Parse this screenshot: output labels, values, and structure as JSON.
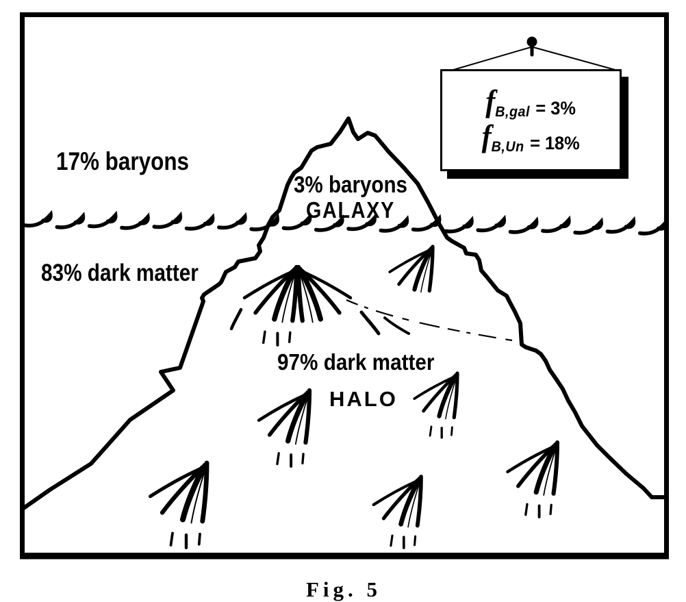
{
  "figure": {
    "type": "iceberg-diagram",
    "labels": {
      "above_water": "17% baryons",
      "below_water": "83% dark matter",
      "tip_line1": "3% baryons",
      "tip_line2": "GALAXY",
      "body_line1": "97% dark matter",
      "body_line2": "HALO"
    },
    "sign": {
      "line1": {
        "symbol": "f",
        "subscript": "B,gal",
        "value": "= 3%"
      },
      "line2": {
        "symbol": "f",
        "subscript": "B,Un",
        "value": "= 18%"
      }
    },
    "caption": "Fig. 5",
    "colors": {
      "ink": "#000000",
      "paper": "#ffffff"
    }
  }
}
